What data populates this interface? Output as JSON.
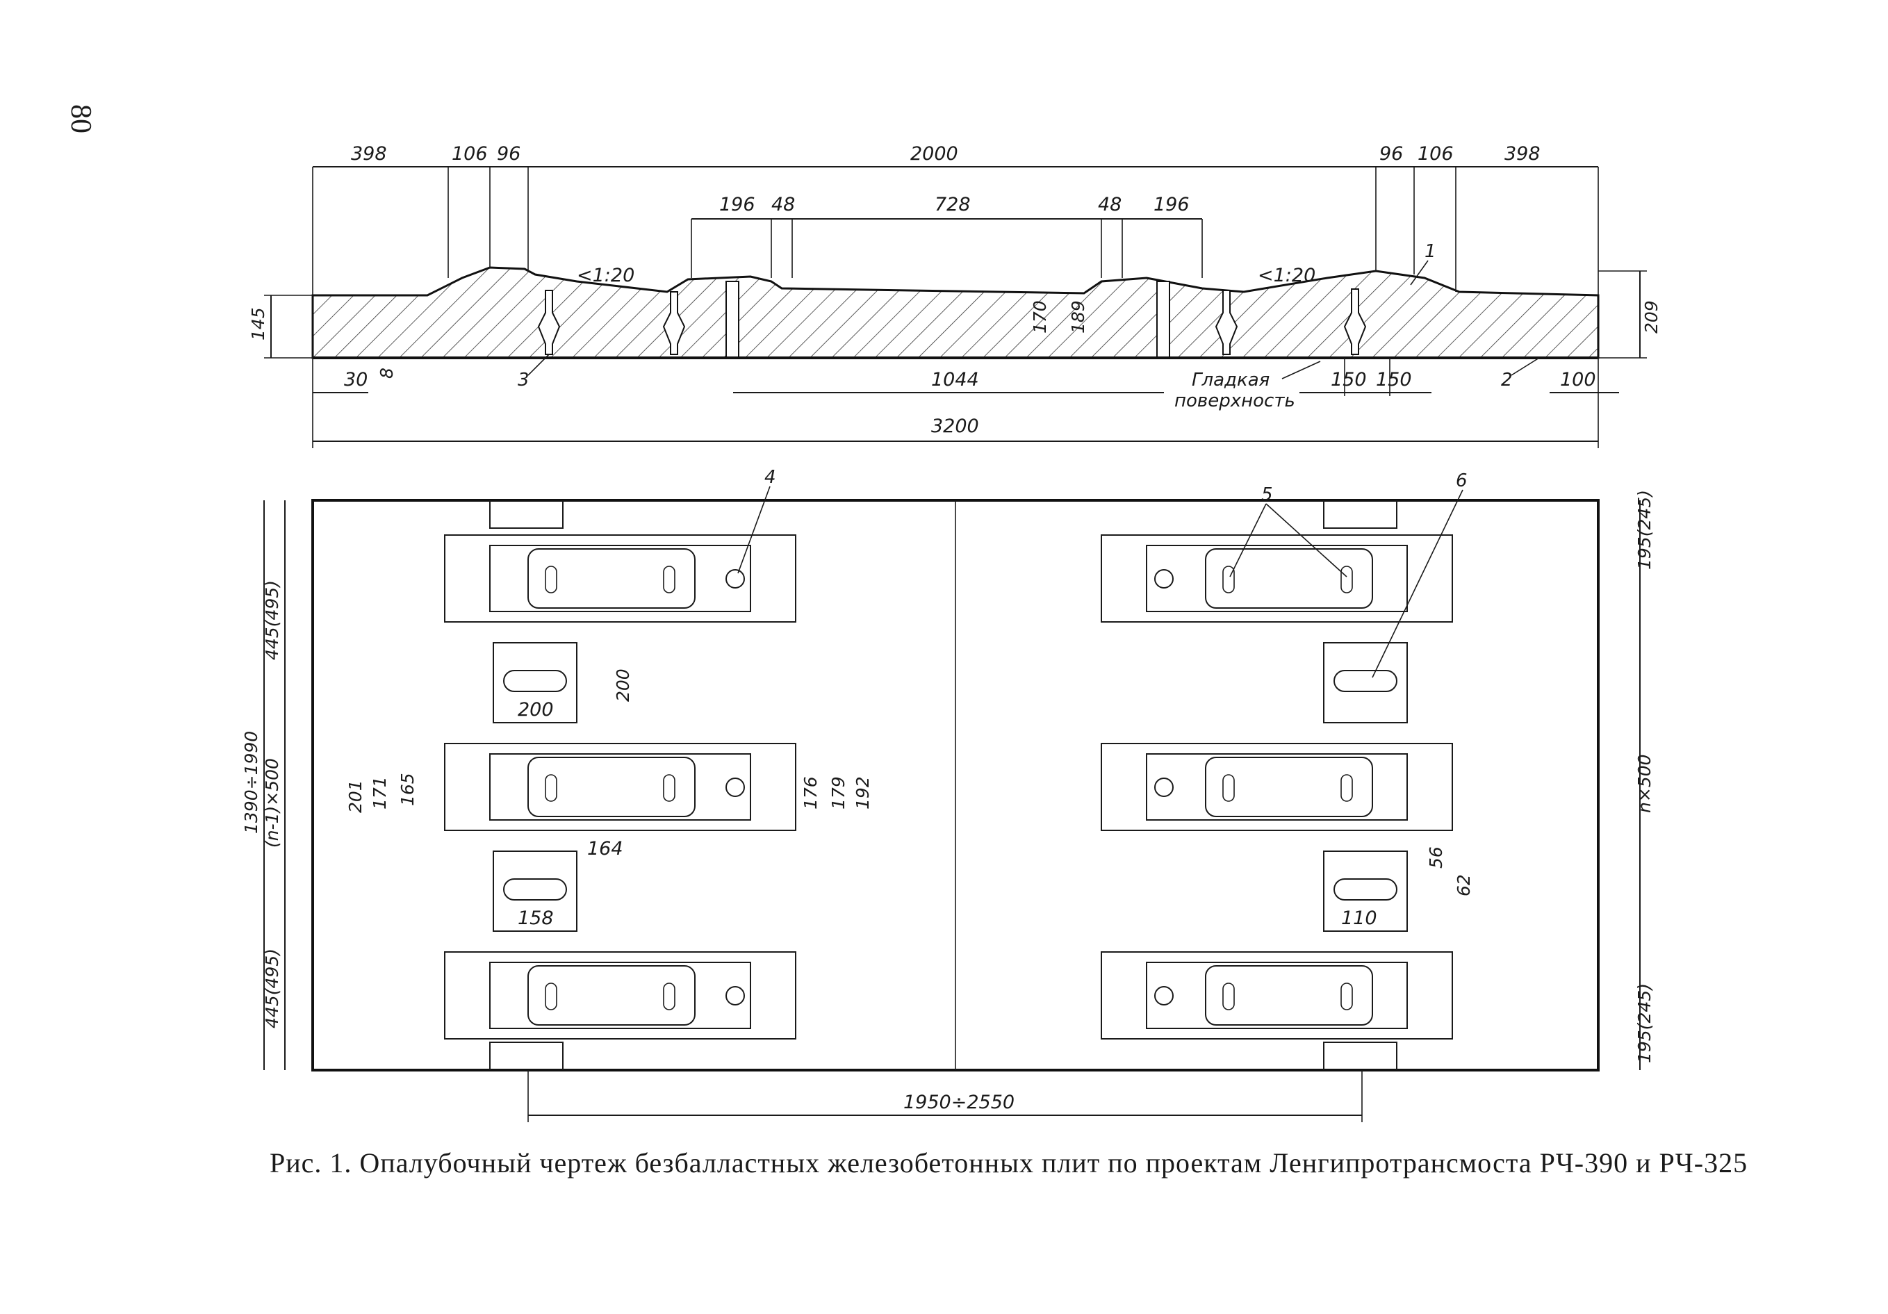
{
  "page_number": "80",
  "caption": "Рис. 1. Опалубочный чертеж безбалластных железобетонных плит по проектам Ленгипротрансмоста РЧ-390 и РЧ-325",
  "section": {
    "top_dims": [
      "398",
      "106",
      "96",
      "2000",
      "96",
      "106",
      "398"
    ],
    "inner_dims": [
      "196",
      "48",
      "728",
      "48",
      "196"
    ],
    "slope_left": "<1:20",
    "slope_right": "<1:20",
    "height_left": "145",
    "height_right": "209",
    "inner_heights": [
      "170",
      "189"
    ],
    "bottom_left": [
      "30",
      "8"
    ],
    "bottom_mid": "1044",
    "bottom_right": [
      "150",
      "150",
      "100"
    ],
    "smooth_surface": [
      "Гладкая",
      "поверхность"
    ],
    "total_length": "3200",
    "callouts": [
      "1",
      "2",
      "3"
    ]
  },
  "plan": {
    "callouts": [
      "4",
      "5",
      "6"
    ],
    "left_dims": [
      "445(495)",
      "1390÷1990",
      "(n-1)×500",
      "445(495)"
    ],
    "right_dims": [
      "195(245)",
      "n×500",
      "195(245)"
    ],
    "insert_dims": [
      "200",
      "200",
      "164",
      "158"
    ],
    "right_insert_dims": [
      "56",
      "62",
      "110"
    ],
    "block_dims_left": [
      "201",
      "171",
      "165"
    ],
    "block_dims_right": [
      "176",
      "179",
      "192"
    ],
    "bottom_dim": "1950÷2550"
  }
}
